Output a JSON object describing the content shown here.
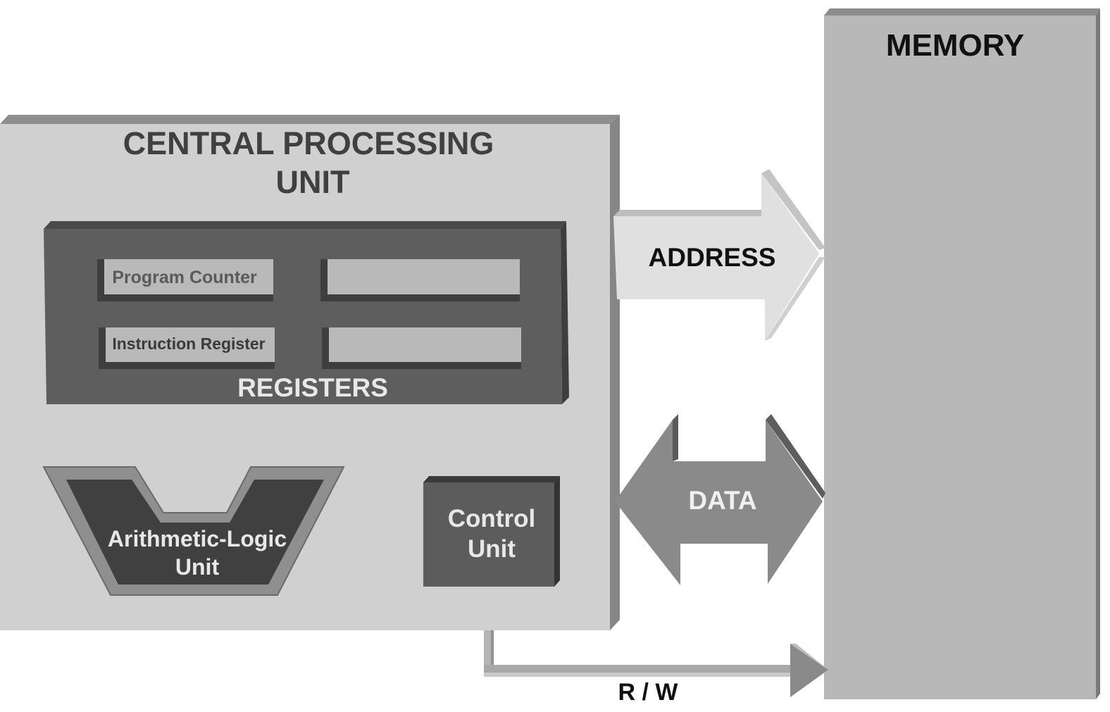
{
  "cpu": {
    "title_line1": "CENTRAL PROCESSING",
    "title_line2": "UNIT"
  },
  "registers": {
    "label": "REGISTERS",
    "program_counter": "Program Counter",
    "instruction_register": "Instruction Register"
  },
  "alu": {
    "line1": "Arithmetic-Logic",
    "line2": "Unit"
  },
  "control_unit": {
    "line1": "Control",
    "line2": "Unit"
  },
  "memory": {
    "label": "MEMORY"
  },
  "buses": {
    "address": "ADDRESS",
    "data": "DATA",
    "rw": "R / W"
  },
  "colors": {
    "cpu_face": "#d0d0d0",
    "cpu_side": "#8a8a8a",
    "registers_face": "#5e5e5e",
    "register_slot": "#b9b9b9",
    "alu_face": "#404040",
    "control_face": "#5c5c5c",
    "memory_face": "#b8b8b8",
    "address_arrow": "#e0e0e0",
    "data_arrow": "#8a8a8a",
    "title_text": "#404040",
    "light_text": "#e8e8e8",
    "dark_text": "#111111"
  }
}
